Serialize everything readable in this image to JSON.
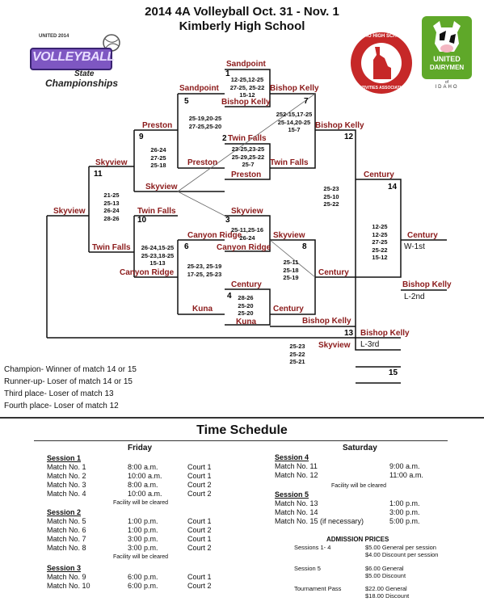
{
  "header": {
    "title": "2014 4A Volleyball Oct. 31 - Nov. 1",
    "subtitle": "Kimberly High School"
  },
  "logos": {
    "vb_top": "UNITED 2014",
    "vb_main": "VOLLEYBALL",
    "vb_state": "State",
    "vb_champ": "Championships",
    "ihsaa_top": "IDAHO HIGH SCHOOL",
    "ihsaa_bottom": "ACTIVITIES ASSOCIATION",
    "ud_line1": "UNITED",
    "ud_line2": "DAIRYMEN",
    "ud_of": "of",
    "ud_idaho": "IDAHO"
  },
  "bracket": {
    "teams": {
      "sandpoint_top": "Sandpoint",
      "sandpoint_m5": "Sandpoint",
      "bishop_kelly_m1": "Bishop Kelly",
      "bishop_kelly_m7top": "Bishop Kelly",
      "bishop_kelly_m12": "Bishop Kelly",
      "preston_m9": "Preston",
      "preston_m5": "Preston",
      "preston_m2": "Preston",
      "twin_falls_m2": "Twin Falls",
      "twin_falls_m7": "Twin Falls",
      "skyview_m11": "Skyview",
      "skyview_m9": "Skyview",
      "skyview_m3": "Skyview",
      "skyview_m8": "Skyview",
      "skyview_final": "Skyview",
      "skyview_l3": "Skyview",
      "twin_falls_m10": "Twin Falls",
      "twin_falls_m11": "Twin Falls",
      "canyon_ridge_m6": "Canyon Ridge",
      "canyon_ridge_m3": "Canyon Ridge",
      "canyon_ridge_m10": "Canyon Ridge",
      "century_m14": "Century",
      "century_m8": "Century",
      "century_m4": "Century",
      "century_m6": "Century",
      "century_champ": "Century",
      "kuna_m6": "Kuna",
      "kuna_m4": "Kuna",
      "bishop_kelly_runner": "Bishop Kelly",
      "bishop_kelly_m13": "Bishop Kelly",
      "bishop_kelly_third": "Bishop Kelly"
    },
    "match_numbers": {
      "m1": "1",
      "m2": "2",
      "m3": "3",
      "m4": "4",
      "m5": "5",
      "m6": "6",
      "m7": "7",
      "m8": "8",
      "m9": "9",
      "m10": "10",
      "m11": "11",
      "m12": "12",
      "m13": "13",
      "m14": "14",
      "m15": "15"
    },
    "scores": {
      "m1": "12-25,12-25\n27-25, 25-22\n15-12",
      "m5": "25-19,20-25\n27-25,25-20",
      "m7": "252-15,17-25\n25-14,20-25\n15-7",
      "m2": "23-25,23-25\n25-29,25-22\n25-7",
      "m9": "26-24\n27-25\n25-18",
      "m11": "21-25\n25-13\n26-24\n28-26",
      "m12": "25-23\n25-10\n25-22",
      "m3": "25-11,25-16\n26-24",
      "m10": "26-24,15-25\n25-23,18-25\n15-13",
      "m6": "25-23, 25-19\n17-25, 25-23",
      "m8": "25-11\n25-18\n25-19",
      "m4": "28-26\n25-20\n25-20",
      "m14": "12-25\n12-25\n27-25\n25-22\n15-12",
      "m13": "25-23\n25-22\n25-21"
    },
    "places": {
      "first": "W-1st",
      "second": "L-2nd",
      "third": "L-3rd"
    }
  },
  "legend": {
    "champion": "Champion- Winner of match 14 or 15",
    "runner_up": "Runner-up- Loser of match 14 or 15",
    "third": "Third place- Loser of match 13",
    "fourth": "Fourth place- Loser of match 12"
  },
  "schedule": {
    "title": "Time Schedule",
    "friday": {
      "heading": "Friday",
      "session1": "Session 1",
      "s1_rows": [
        [
          "Match No.  1",
          "8:00 a.m.",
          "Court 1"
        ],
        [
          "Match No.  2",
          "10:00 a.m.",
          "Court 1"
        ],
        [
          "Match No.  3",
          "8:00 a.m.",
          "Court 2"
        ],
        [
          "Match No.  4",
          "10:00 a.m.",
          "Court 2"
        ]
      ],
      "note1": "Facility will be cleared",
      "session2": "Session 2",
      "s2_rows": [
        [
          "Match No.  5",
          "1:00 p.m.",
          "Court 1"
        ],
        [
          "Match No.  6",
          "1:00 p.m.",
          "Court 2"
        ],
        [
          "Match No.  7",
          "3:00 p.m.",
          "Court 1"
        ],
        [
          "Match No.  8",
          "3:00 p.m.",
          "Court 2"
        ]
      ],
      "note2": "Facility will be cleared",
      "session3": "Session 3",
      "s3_rows": [
        [
          "Match No.  9",
          "6:00 p.m.",
          "Court 1"
        ],
        [
          "Match No. 10",
          "6:00 p.m.",
          "Court 2"
        ]
      ]
    },
    "saturday": {
      "heading": "Saturday",
      "session4": "Session 4",
      "s4_rows": [
        [
          "Match No.  11",
          "9:00 a.m."
        ],
        [
          "Match No.  12",
          "11:00 a.m."
        ]
      ],
      "note4": "Facility will be cleared",
      "session5": "Session 5",
      "s5_rows": [
        [
          "Match No. 13",
          "1:00 p.m."
        ],
        [
          "Match No. 14",
          "3:00 p.m."
        ],
        [
          "Match No. 15  (if necessary)",
          "5:00 p.m."
        ]
      ]
    },
    "admission": {
      "title": "ADMISSION PRICES",
      "rows": [
        [
          "Sessions 1- 4",
          "$5.00 General per session",
          "$4.00 Discount per session"
        ],
        [
          "Session 5",
          "$6.00 General",
          "$5.00 Discount"
        ],
        [
          "Tournament Pass",
          "$22.00 General",
          "$18.00 Discount"
        ]
      ]
    }
  }
}
